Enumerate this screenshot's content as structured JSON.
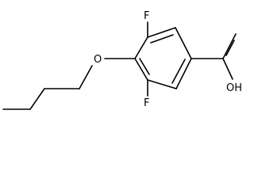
{
  "molecule": {
    "atoms": {
      "fluorine_top": "F",
      "fluorine_bottom": "F",
      "ether_oxygen": "O",
      "carboxyl_hydroxyl": "OH"
    }
  }
}
